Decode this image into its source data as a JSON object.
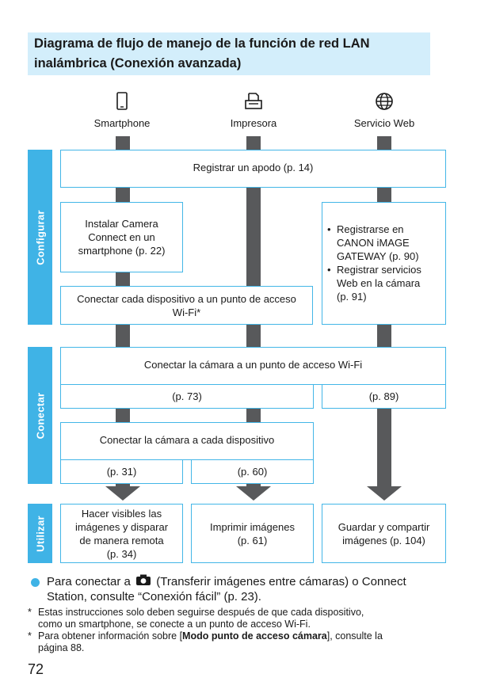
{
  "title": {
    "line1": "Diagrama de flujo de manejo de la función de red LAN",
    "line2": "inalámbrica (Conexión avanzada)"
  },
  "columns": [
    {
      "label": "Smartphone",
      "icon": "smartphone-icon"
    },
    {
      "label": "Impresora",
      "icon": "printer-icon"
    },
    {
      "label": "Servicio Web",
      "icon": "globe-icon"
    }
  ],
  "sections": {
    "configurar": "Configurar",
    "conectar": "Conectar",
    "utilizar": "Utilizar"
  },
  "boxes": {
    "registrar_apodo": "Registrar un apodo (p. 14)",
    "instalar_l1": "Instalar Camera",
    "instalar_l2": "Connect en un",
    "instalar_l3": "smartphone (p. 22)",
    "conectar_ap_l1": "Conectar cada dispositivo a un punto de acceso",
    "conectar_ap_l2": "Wi-Fi*",
    "web_b1_l1": "Registrarse en",
    "web_b1_l2": "CANON iMAGE",
    "web_b1_l3": "GATEWAY (p. 90)",
    "web_b2_l1": "Registrar servicios",
    "web_b2_l2": "Web en la cámara",
    "web_b2_l3": "(p. 91)",
    "bullet": "•",
    "conectar_camara_ap": "Conectar la cámara a un punto de acceso Wi-Fi",
    "p73": "(p. 73)",
    "p89": "(p. 89)",
    "conectar_camara_disp": "Conectar la cámara a cada dispositivo",
    "p31": "(p. 31)",
    "p60": "(p. 60)",
    "visibles_l1": "Hacer visibles las",
    "visibles_l2": "imágenes y disparar",
    "visibles_l3": "de manera remota",
    "visibles_l4": "(p. 34)",
    "imprimir_l1": "Imprimir imágenes",
    "imprimir_l2": "(p. 61)",
    "guardar_l1": "Guardar y compartir",
    "guardar_l2": "imágenes (p. 104)"
  },
  "notes": {
    "main_pre": "Para conectar a",
    "main_post": "(Transferir imágenes entre cámaras) o Connect",
    "main_line2": "Station, consulte “Conexión fácil” (p. 23).",
    "camera_icon": "camera-icon",
    "star": "*",
    "note1_l1": "Estas instrucciones solo deben seguirse después de que cada dispositivo,",
    "note1_l2": "como un smartphone, se conecte a un punto de acceso Wi-Fi.",
    "note2_pre": "Para obtener información sobre [",
    "note2_bold": "Modo punto de acceso cámara",
    "note2_post": "], consulte la",
    "note2_l2": "página 88."
  },
  "page_number": "72",
  "colors": {
    "accent": "#43b6e7",
    "sidebar": "#3fb3e6",
    "title_bg": "#d3eefb",
    "flow": "#58595b"
  }
}
